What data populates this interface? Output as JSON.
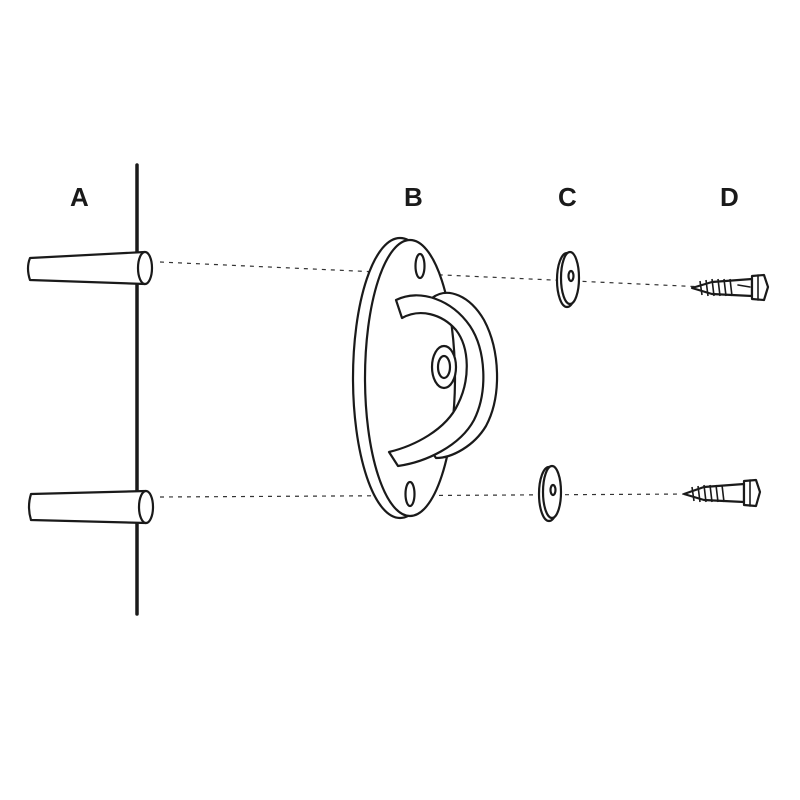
{
  "labels": {
    "a": "A",
    "b": "B",
    "c": "C",
    "d": "D"
  },
  "colors": {
    "ink": "#1a1a1a",
    "paper": "#ffffff"
  }
}
